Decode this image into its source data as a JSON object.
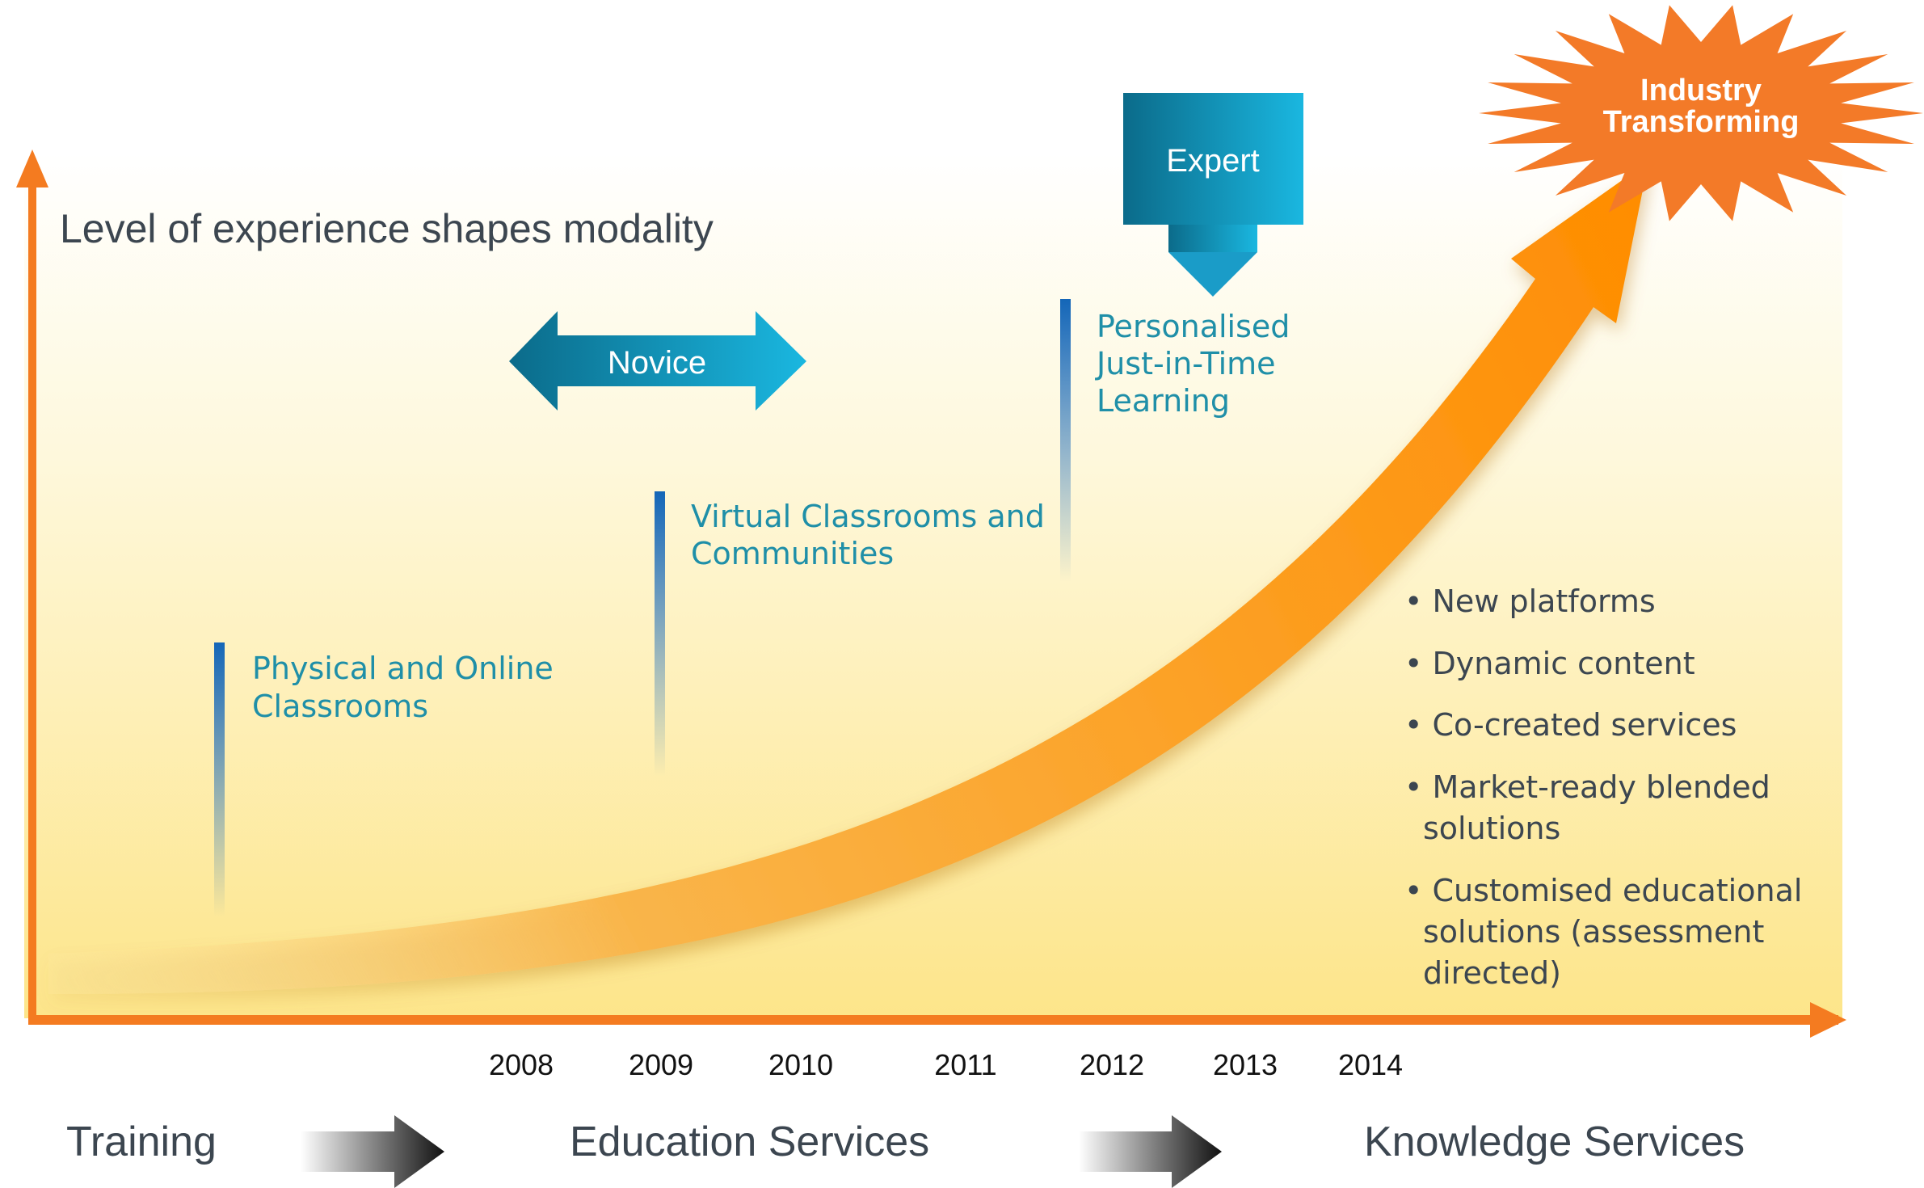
{
  "heading": "Level of experience shapes modality",
  "novice_label": "Novice",
  "expert_label": "Expert",
  "burst": {
    "line1": "Industry",
    "line2": "Transforming"
  },
  "milestones": {
    "physical": {
      "line1": "Physical and Online",
      "line2": "Classrooms"
    },
    "virtual": {
      "line1": "Virtual Classrooms and",
      "line2": "Communities"
    },
    "personalised": {
      "line1": "Personalised",
      "line2": "Just-in-Time",
      "line3": "Learning"
    }
  },
  "bullets": {
    "b1": "New platforms",
    "b2": "Dynamic content",
    "b3": "Co-created services",
    "b4_line1": "Market-ready blended",
    "b4_line2": "solutions",
    "b5_line1": "Customised educational",
    "b5_line2": "solutions (assessment",
    "b5_line3": "directed)"
  },
  "years": [
    "2008",
    "2009",
    "2010",
    "2011",
    "2012",
    "2013",
    "2014"
  ],
  "stages": {
    "training": "Training",
    "education": "Education Services",
    "knowledge": "Knowledge Services"
  },
  "colors": {
    "axis": "#f47b20",
    "teal_text": "#1f8fa8",
    "blue_dark": "#0b6b8a",
    "blue_light": "#1ab7e0",
    "burst": "#f37a28",
    "text_gray": "#3c4650"
  }
}
